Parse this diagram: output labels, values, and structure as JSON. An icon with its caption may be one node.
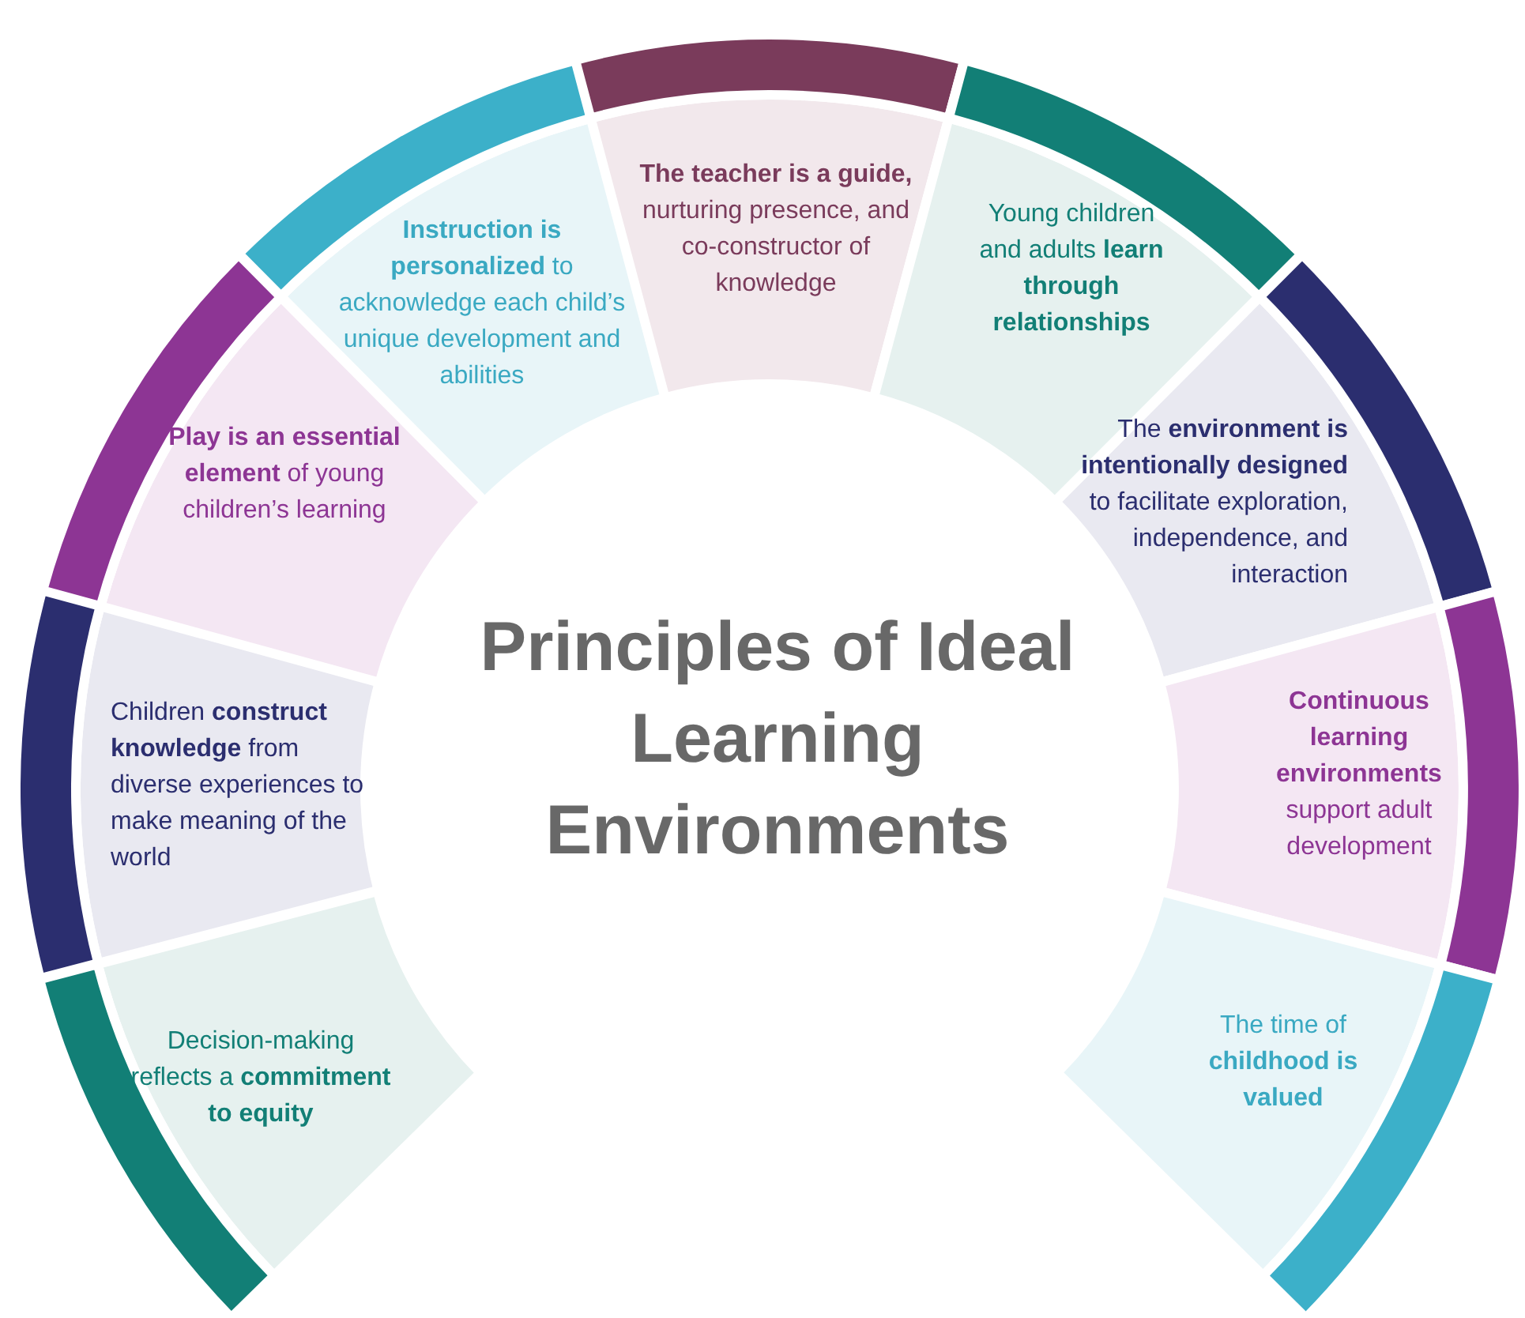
{
  "diagram": {
    "title": "Principles of Ideal Learning Environments",
    "nodes": [
      {
        "text": [
          "Decision-making reflects a **commitment to equity**"
        ]
      },
      {
        "text": [
          "Children **construct knowledge** from diverse experiences to make meaning of the world"
        ]
      },
      {
        "text": [
          "**Play is an essential element** of young children’s learning"
        ]
      },
      {
        "text": [
          "**Instruction is personalized** to acknowledge each child’s unique development and abilities"
        ]
      },
      {
        "text": [
          "**The teacher is a guide,** nurturing presence, and co-constructor of knowledge"
        ]
      },
      {
        "text": [
          "Young children and adults **learn through relationships**"
        ]
      },
      {
        "text": [
          "The **environment is intentionally designed** to facilitate exploration, independence, and interaction"
        ]
      },
      {
        "text": [
          "**Continuous learning environments** support adult development"
        ]
      },
      {
        "text": [
          "The time of **childhood is valued**"
        ]
      }
    ]
  }
}
